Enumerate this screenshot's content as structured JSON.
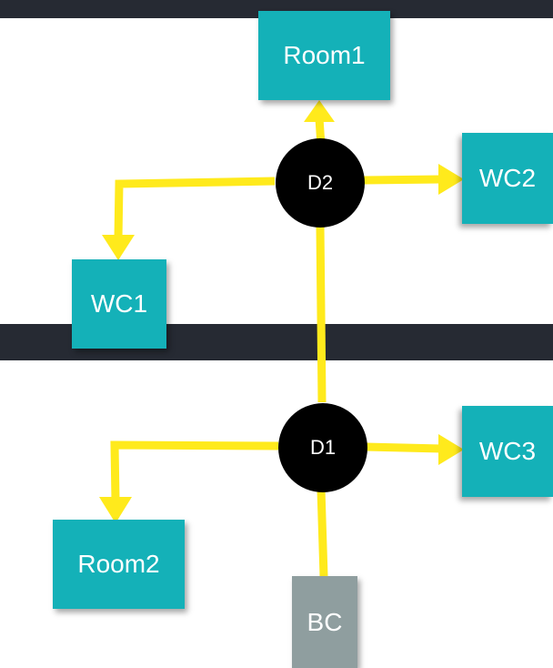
{
  "colors": {
    "band": "#262a33",
    "room": "#14b1b8",
    "bc": "#8f9e9f",
    "hub": "#000000",
    "connector": "#ffea1c"
  },
  "nodes": {
    "room1": "Room1",
    "wc2": "WC2",
    "wc1": "WC1",
    "wc3": "WC3",
    "room2": "Room2",
    "bc": "BC"
  },
  "hubs": {
    "d2": "D2",
    "d1": "D1"
  }
}
